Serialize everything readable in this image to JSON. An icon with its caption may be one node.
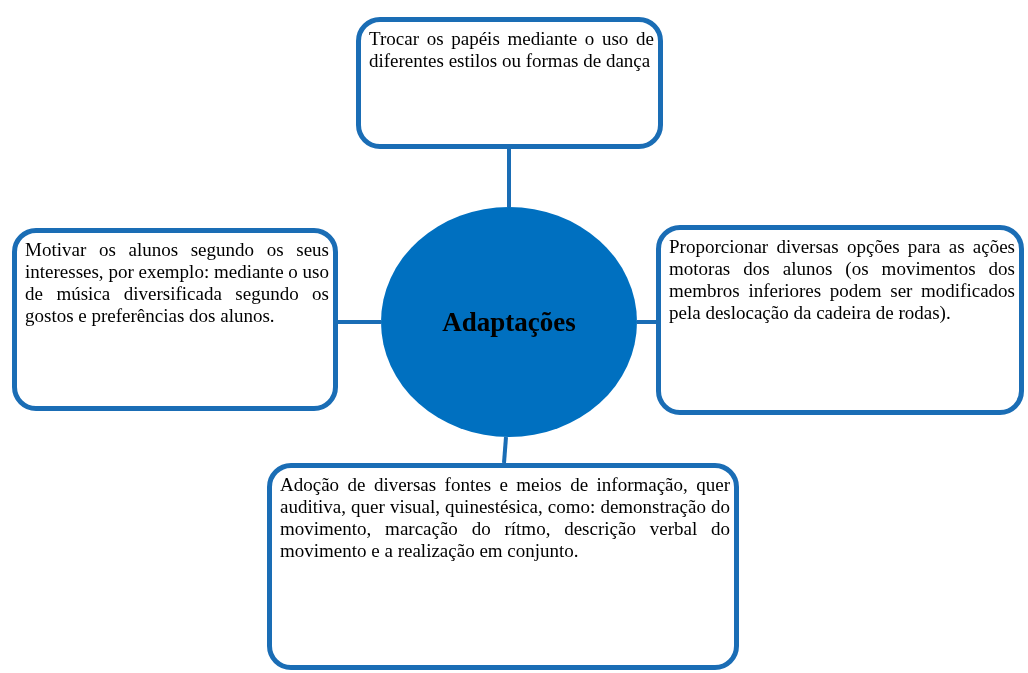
{
  "diagram": {
    "nodes": [
      {
        "text": [
          "Trocar os papéis mediante o uso de diferentes estilos ou formas de dança"
        ]
      },
      {
        "text": [
          "Motivar os alunos segundo os seus interesses, por exemplo: mediante o uso de música diversificada segundo os gostos e preferências dos alunos."
        ]
      },
      {
        "text": [
          "Adaptações"
        ]
      },
      {
        "text": [
          "Proporcionar diversas opções para as ações motoras dos alunos (os movimentos dos membros inferiores podem ser modificados pela deslocação da cadeira de rodas)."
        ]
      },
      {
        "text": [
          "Adoção de diversas fontes e meios de informação, quer auditiva, quer visual, quinestésica, como: demonstração do movimento, marcação do rítmo, descrição verbal do movimento e a realização em conjunto."
        ]
      }
    ],
    "edges": [
      {
        "from": 2,
        "to": 0,
        "arrow": "none"
      },
      {
        "from": 2,
        "to": 1,
        "arrow": "none"
      },
      {
        "from": 2,
        "to": 3,
        "arrow": "none"
      },
      {
        "from": 2,
        "to": 4,
        "arrow": "none"
      }
    ]
  }
}
